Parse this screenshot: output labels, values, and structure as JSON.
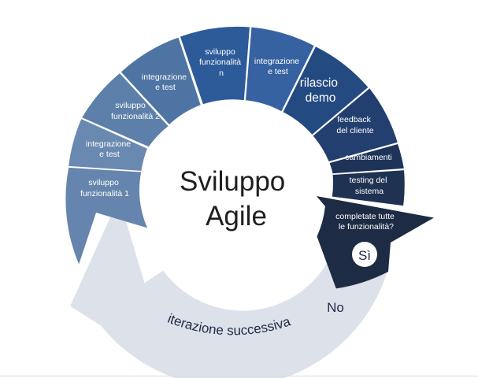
{
  "center": {
    "line1": "Sviluppo",
    "line2": "Agile"
  },
  "steps": [
    {
      "lines": [
        "sviluppo",
        "funzionalità 1"
      ]
    },
    {
      "lines": [
        "integrazione",
        "e test"
      ]
    },
    {
      "lines": [
        "sviluppo",
        "funzionalità 2"
      ]
    },
    {
      "lines": [
        "integrazione",
        "e test"
      ]
    },
    {
      "lines": [
        "sviluppo",
        "funzionalità",
        "n"
      ]
    },
    {
      "lines": [
        "integrazione",
        "e test"
      ]
    },
    {
      "lines": [
        "rilascio",
        "demo"
      ]
    },
    {
      "lines": [
        "feedback",
        "del cliente"
      ]
    },
    {
      "lines": [
        "cambiamenti"
      ]
    },
    {
      "lines": [
        "testing del",
        "sistema"
      ]
    },
    {
      "lines": [
        "completate tutte",
        "le funzionalità?"
      ]
    }
  ],
  "decision": {
    "yes": "Sì",
    "no": "No"
  },
  "loop": {
    "label": "iterazione successiva"
  },
  "colors": {
    "step_fills": [
      "#6585ae",
      "#6a89b1",
      "#5c80aa",
      "#4e74a3",
      "#2d5b9a",
      "#3762a2",
      "#244a82",
      "#223f70",
      "#1e3358",
      "#1f3252",
      "#1e2b44"
    ],
    "loop_arrow": "#dde2ea",
    "center_text": "#1f1f1f",
    "no_text": "#1f2a44",
    "yes_circle": "#ffffff",
    "yes_text": "#1e2b44"
  }
}
